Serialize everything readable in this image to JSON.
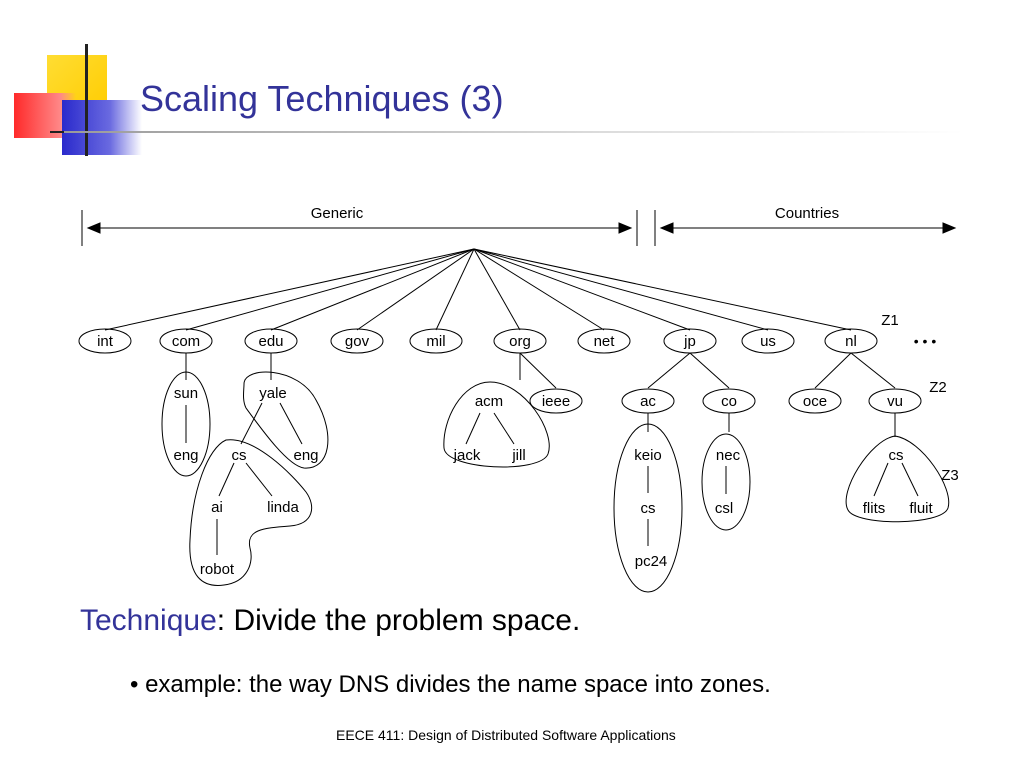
{
  "slide": {
    "title": "Scaling Techniques (3)",
    "technique_label": "Technique",
    "technique_text": ": Divide the problem space.",
    "bullet_text": "example: the way DNS divides the name space into zones.",
    "footer": "EECE 411: Design of Distributed Software Applications"
  },
  "diagram": {
    "generic_label": "Generic",
    "countries_label": "Countries",
    "top_level": [
      "int",
      "com",
      "edu",
      "gov",
      "mil",
      "org",
      "net",
      "jp",
      "us",
      "nl"
    ],
    "ellipsis": "• • •",
    "nodes": {
      "sun": "sun",
      "eng1": "eng",
      "yale": "yale",
      "eng2": "eng",
      "cs1": "cs",
      "ai": "ai",
      "linda": "linda",
      "robot": "robot",
      "acm": "acm",
      "ieee": "ieee",
      "jack": "jack",
      "jill": "jill",
      "ac": "ac",
      "co": "co",
      "keio": "keio",
      "cs2": "cs",
      "pc24": "pc24",
      "nec": "nec",
      "csl": "csl",
      "oce": "oce",
      "vu": "vu",
      "cs3": "cs",
      "flits": "flits",
      "fluit": "fluit"
    },
    "zones": [
      "Z1",
      "Z2",
      "Z3"
    ]
  },
  "colors": {
    "title": "#333399",
    "accent_yellow": "#ffcc00",
    "accent_red": "#ff3333",
    "accent_blue": "#3333cc"
  }
}
